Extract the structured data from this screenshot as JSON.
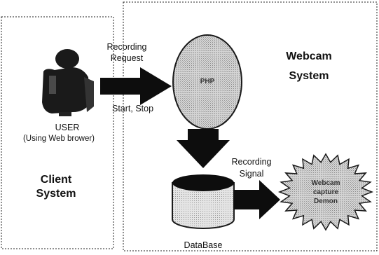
{
  "client_system": {
    "user_label": "USER",
    "user_sublabel": "(Using Web brower)",
    "title_line1": "Client",
    "title_line2": "System"
  },
  "webcam_system": {
    "title_line1": "Webcam",
    "title_line2": "System"
  },
  "request_arrow": {
    "label_line1": "Recording",
    "label_line2": "Request",
    "sublabel": "Start, Stop"
  },
  "php_node": {
    "label": "PHP"
  },
  "database_node": {
    "label": "DataBase"
  },
  "signal_arrow": {
    "label_line1": "Recording",
    "label_line2": "Signal"
  },
  "daemon_node": {
    "label_line1": "Webcam",
    "label_line2": "capture",
    "label_line3": "Demon"
  }
}
